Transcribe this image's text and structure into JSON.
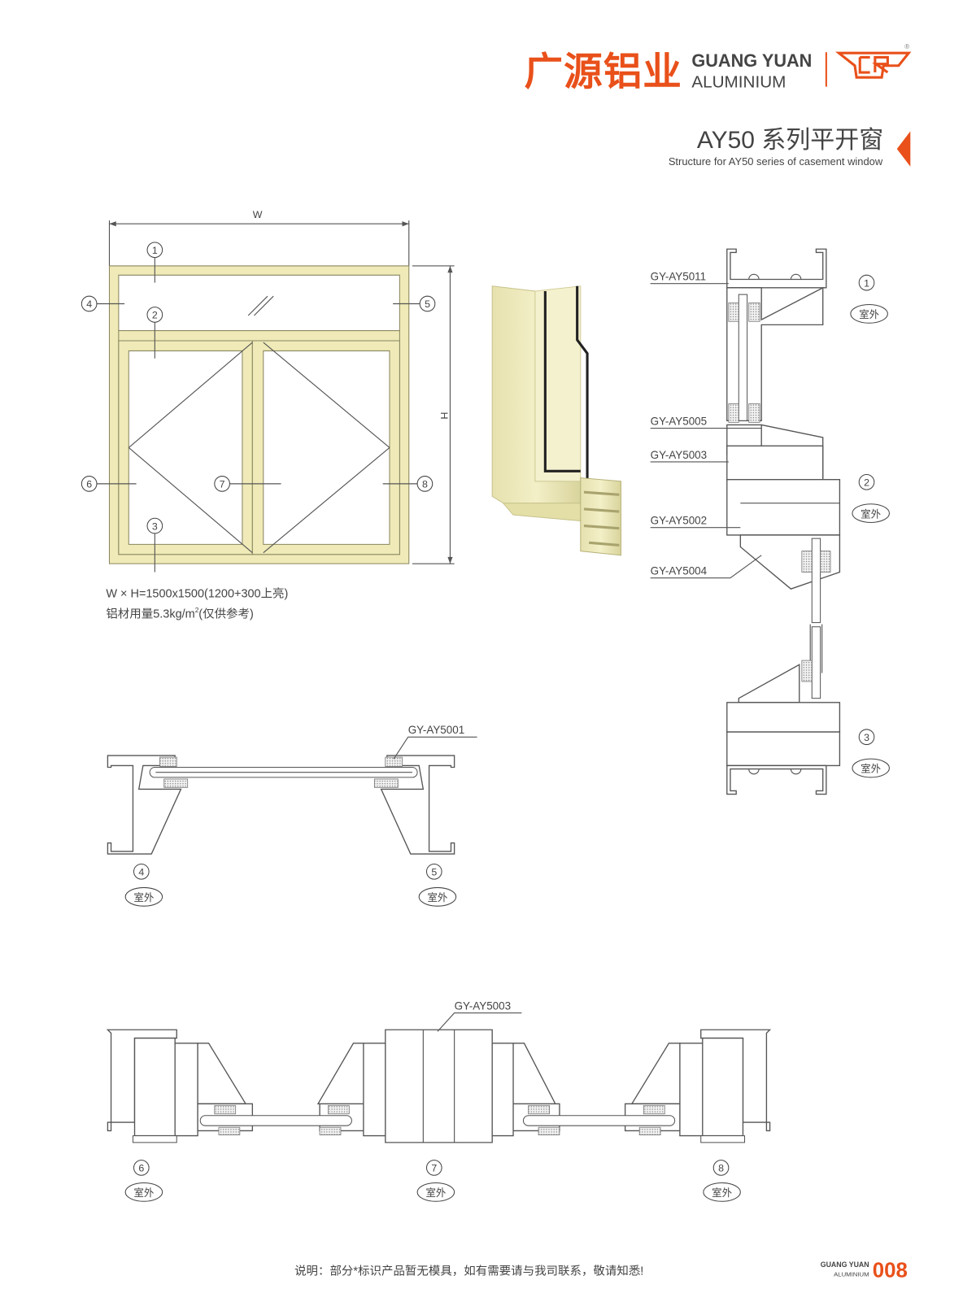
{
  "header": {
    "brand_cn": "广源铝业",
    "brand_en_1": "GUANG YUAN",
    "brand_en_2": "ALUMINIUM",
    "logo_letters": "GR",
    "registered_mark": "®",
    "title": "AY50 系列平开窗",
    "subtitle": "Structure for AY50 series of casement window",
    "accent_color": "#e9501a"
  },
  "elevation": {
    "width_label": "W",
    "height_label": "H",
    "callouts": [
      "1",
      "2",
      "3",
      "4",
      "5",
      "6",
      "7",
      "8"
    ],
    "spec_line_1": "W × H=1500x1500(1200+300上亮)",
    "spec_line_2_prefix": "铝材用量5.3kg/m",
    "spec_line_2_sup": "2",
    "spec_line_2_suffix": "(仅供参考)"
  },
  "vertical_section": {
    "parts": [
      "GY-AY5011",
      "GY-AY5005",
      "GY-AY5003",
      "GY-AY5002",
      "GY-AY5004"
    ],
    "callouts": [
      "1",
      "2",
      "3"
    ],
    "outside_label": "室外"
  },
  "horizontal_section_1": {
    "part": "GY-AY5001",
    "callouts": [
      "4",
      "5"
    ],
    "outside_label": "室外"
  },
  "horizontal_section_2": {
    "part": "GY-AY5003",
    "callouts": [
      "6",
      "7",
      "8"
    ],
    "outside_label": "室外"
  },
  "footer": {
    "note": "说明：部分*标识产品暂无模具，如有需要请与我司联系，敬请知悉!",
    "brand_1": "GUANG YUAN",
    "brand_2": "ALUMINIUM",
    "page_number": "008"
  }
}
